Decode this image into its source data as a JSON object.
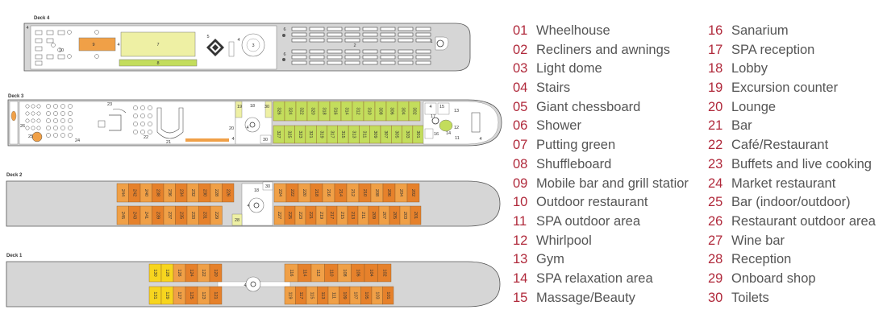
{
  "colors": {
    "hull": "#d6d6d6",
    "outline": "#555555",
    "cabin_orange": "#f0a047",
    "cabin_orange_dark": "#e6812b",
    "cabin_yellow": "#f7d51e",
    "cabin_green": "#c3dd5c",
    "legend_number": "#b0293b",
    "legend_text": "#555555"
  },
  "decks": [
    {
      "label": "Deck 4",
      "area_labels": [
        {
          "key": "4",
          "text": "4"
        },
        {
          "key": "10",
          "text": "10"
        },
        {
          "key": "9",
          "text": "9"
        },
        {
          "key": "4b",
          "text": "4"
        },
        {
          "key": "7",
          "text": "7"
        },
        {
          "key": "8",
          "text": "8"
        },
        {
          "key": "5",
          "text": "5"
        },
        {
          "key": "4c",
          "text": "4"
        },
        {
          "key": "3",
          "text": "3"
        },
        {
          "key": "6a",
          "text": "6"
        },
        {
          "key": "6b",
          "text": "6"
        },
        {
          "key": "2",
          "text": "2"
        },
        {
          "key": "1",
          "text": "1"
        }
      ]
    },
    {
      "label": "Deck 3",
      "cabins_top": [
        "326",
        "324",
        "322",
        "320",
        "318",
        "316",
        "314",
        "312",
        "310",
        "308",
        "306",
        "304",
        "302"
      ],
      "cabins_bottom": [
        "327",
        "325",
        "323",
        "321",
        "319",
        "317",
        "315",
        "313",
        "311",
        "309",
        "307",
        "305",
        "303",
        "301"
      ],
      "area_labels": [
        {
          "key": "26",
          "text": "26"
        },
        {
          "key": "25",
          "text": "25"
        },
        {
          "key": "24",
          "text": "24"
        },
        {
          "key": "23",
          "text": "23"
        },
        {
          "key": "22",
          "text": "22"
        },
        {
          "key": "21",
          "text": "21"
        },
        {
          "key": "20",
          "text": "20"
        },
        {
          "key": "4a",
          "text": "4"
        },
        {
          "key": "19",
          "text": "19"
        },
        {
          "key": "18",
          "text": "18"
        },
        {
          "key": "4b",
          "text": "4"
        },
        {
          "key": "30a",
          "text": "30"
        },
        {
          "key": "4c",
          "text": "4"
        },
        {
          "key": "30b",
          "text": "30"
        },
        {
          "key": "15",
          "text": "15"
        },
        {
          "key": "13",
          "text": "13"
        },
        {
          "key": "12",
          "text": "12"
        },
        {
          "key": "17",
          "text": "17"
        },
        {
          "key": "14",
          "text": "14"
        },
        {
          "key": "16",
          "text": "16"
        },
        {
          "key": "11",
          "text": "11"
        },
        {
          "key": "4d",
          "text": "4"
        }
      ]
    },
    {
      "label": "Deck 2",
      "cabins_top_aft": [
        "244",
        "242",
        "240",
        "238",
        "236",
        "234",
        "232",
        "230",
        "228",
        "226"
      ],
      "cabins_top_fwd": [
        "224",
        "222",
        "220",
        "218",
        "216",
        "214",
        "212",
        "210",
        "208",
        "206",
        "204",
        "202"
      ],
      "cabins_bottom_aft": [
        "245",
        "243",
        "241",
        "239",
        "237",
        "235",
        "233",
        "231",
        "229"
      ],
      "cabins_bottom_fwd": [
        "227",
        "225",
        "223",
        "221",
        "219",
        "217",
        "215",
        "213",
        "211",
        "209",
        "207",
        "205",
        "203",
        "201"
      ],
      "area_labels": [
        {
          "key": "18",
          "text": "18"
        },
        {
          "key": "30",
          "text": "30"
        },
        {
          "key": "4",
          "text": "4"
        },
        {
          "key": "28",
          "text": "28"
        }
      ]
    },
    {
      "label": "Deck 1",
      "cabins_top_aft": [
        "130",
        "128",
        "126",
        "124",
        "122",
        "120"
      ],
      "cabins_top_fwd": [
        "116",
        "114",
        "112",
        "110",
        "108",
        "106",
        "104",
        "102"
      ],
      "cabins_bottom_aft": [
        "131",
        "129",
        "127",
        "125",
        "123",
        "121"
      ],
      "cabins_bottom_fwd": [
        "119",
        "117",
        "115",
        "113",
        "111",
        "109",
        "107",
        "105",
        "103",
        "101"
      ],
      "area_labels": [
        {
          "key": "4",
          "text": "4"
        }
      ]
    }
  ],
  "legend": [
    {
      "num": "01",
      "label": "Wheelhouse"
    },
    {
      "num": "02",
      "label": "Recliners and awnings"
    },
    {
      "num": "03",
      "label": "Light dome"
    },
    {
      "num": "04",
      "label": "Stairs"
    },
    {
      "num": "05",
      "label": "Giant chessboard"
    },
    {
      "num": "06",
      "label": "Shower"
    },
    {
      "num": "07",
      "label": "Putting green"
    },
    {
      "num": "08",
      "label": "Shuffleboard"
    },
    {
      "num": "09",
      "label": "Mobile bar and grill statior"
    },
    {
      "num": "10",
      "label": "Outdoor restaurant"
    },
    {
      "num": "11",
      "label": "SPA outdoor area"
    },
    {
      "num": "12",
      "label": "Whirlpool"
    },
    {
      "num": "13",
      "label": "Gym"
    },
    {
      "num": "14",
      "label": "SPA relaxation area"
    },
    {
      "num": "15",
      "label": "Massage/Beauty"
    },
    {
      "num": "16",
      "label": "Sanarium"
    },
    {
      "num": "17",
      "label": "SPA reception"
    },
    {
      "num": "18",
      "label": "Lobby"
    },
    {
      "num": "19",
      "label": "Excursion counter"
    },
    {
      "num": "20",
      "label": "Lounge"
    },
    {
      "num": "21",
      "label": "Bar"
    },
    {
      "num": "22",
      "label": "Café/Restaurant"
    },
    {
      "num": "23",
      "label": "Buffets and live cooking"
    },
    {
      "num": "24",
      "label": "Market restaurant"
    },
    {
      "num": "25",
      "label": "Bar (indoor/outdoor)"
    },
    {
      "num": "26",
      "label": "Restaurant outdoor area"
    },
    {
      "num": "27",
      "label": "Wine bar"
    },
    {
      "num": "28",
      "label": "Reception"
    },
    {
      "num": "29",
      "label": "Onboard shop"
    },
    {
      "num": "30",
      "label": "Toilets"
    }
  ]
}
